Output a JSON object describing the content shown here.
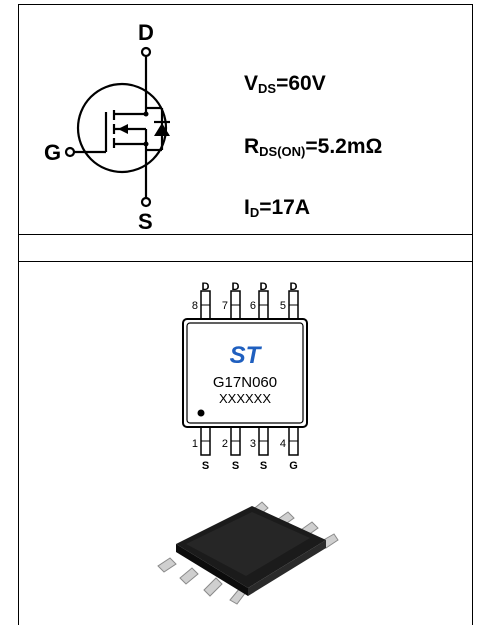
{
  "symbol": {
    "drain": "D",
    "gate": "G",
    "source": "S"
  },
  "specs": {
    "vds_main": "V",
    "vds_sub": "DS",
    "vds_value": "=60V",
    "rds_main": "R",
    "rds_sub": "DS(ON)",
    "rds_value": "=5.2mΩ",
    "id_main": "I",
    "id_sub": "D",
    "id_value": "=17A"
  },
  "chip": {
    "logo": "ST",
    "part_number": "G17N060",
    "date_code": "XXXXXX",
    "pins_top": [
      {
        "number": "8",
        "label": "D"
      },
      {
        "number": "7",
        "label": "D"
      },
      {
        "number": "6",
        "label": "D"
      },
      {
        "number": "5",
        "label": "D"
      }
    ],
    "pins_bottom": [
      {
        "number": "1",
        "label": "S"
      },
      {
        "number": "2",
        "label": "S"
      },
      {
        "number": "3",
        "label": "S"
      },
      {
        "number": "4",
        "label": "G"
      }
    ]
  },
  "colors": {
    "logo_blue": "#1f5fbf",
    "package_body": "#1b1b1b"
  }
}
